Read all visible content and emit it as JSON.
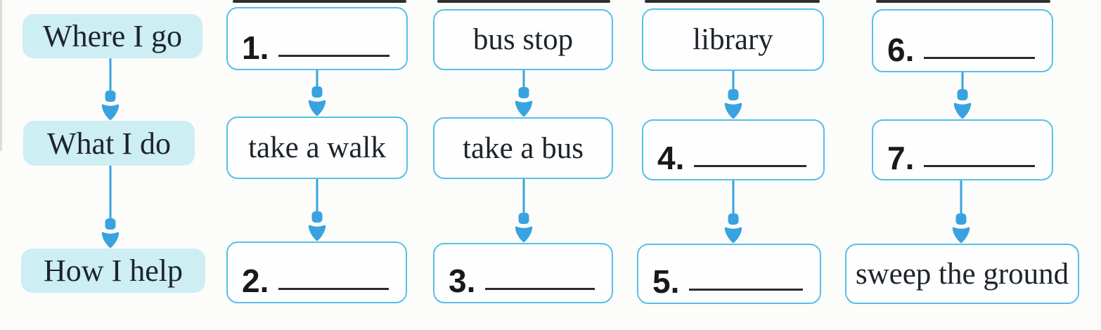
{
  "worksheet": {
    "row_headers": [
      {
        "label": "Where I go"
      },
      {
        "label": "What I do"
      },
      {
        "label": "How I help"
      }
    ],
    "columns": [
      {
        "cells": [
          {
            "type": "blank",
            "number": "1."
          },
          {
            "type": "word",
            "text": "take a walk"
          },
          {
            "type": "blank",
            "number": "2."
          }
        ]
      },
      {
        "cells": [
          {
            "type": "word",
            "text": "bus stop"
          },
          {
            "type": "word",
            "text": "take a bus"
          },
          {
            "type": "blank",
            "number": "3."
          }
        ]
      },
      {
        "cells": [
          {
            "type": "word",
            "text": "library"
          },
          {
            "type": "blank",
            "number": "4."
          },
          {
            "type": "blank",
            "number": "5."
          }
        ]
      },
      {
        "cells": [
          {
            "type": "blank",
            "number": "6."
          },
          {
            "type": "blank",
            "number": "7."
          },
          {
            "type": "word",
            "text": "sweep the ground"
          }
        ]
      }
    ],
    "colors": {
      "box_border": "#55c0e9",
      "arrow": "#38a3e0",
      "header_bg": "#cdeef3",
      "text": "#1e242c",
      "blank_line": "#2b2b2b",
      "page_bg": "#fcfcfa"
    }
  }
}
